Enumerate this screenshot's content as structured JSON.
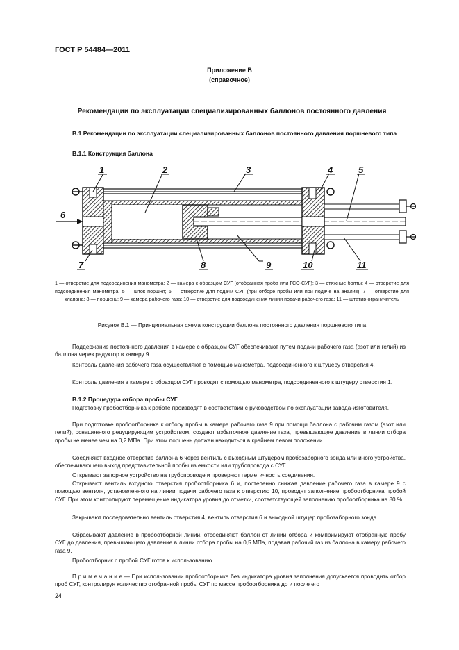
{
  "header": {
    "std_code": "ГОСТ Р 54484—2011"
  },
  "appendix": {
    "title": "Приложение В",
    "subtitle": "(справочное)"
  },
  "main_title": "Рекомендации по эксплуатации специализированных баллонов постоянного давления",
  "section_b1": "В.1 Рекомендации по эксплуатации специализированных баллонов постоянного давления поршневого типа",
  "section_b11": "В.1.1 Конструкция баллона",
  "figure": {
    "callouts": [
      "1",
      "2",
      "3",
      "4",
      "5",
      "6",
      "7",
      "8",
      "9",
      "10",
      "11"
    ]
  },
  "legend": "1 — отверстие для подсоединения манометра; 2 — камера с образцом СУГ (отобранная проба или ГСО-СУГ); 3 — стяжные болты; 4 — отверстие для подсоединения манометра; 5 — шток поршня; 6 — отверстие для подачи СУГ (при отборе пробы или при подаче на анализ); 7 — отверстие для клапана; 8 — поршень; 9 — камера рабочего газа; 10 — отверстие для подсоединения линии подачи рабочего газа; 11 — штатив-ограничитель",
  "figure_caption": "Рисунок В.1 — Принципиальная схема конструкции баллона постоянного давления поршневого типа",
  "paragraphs": {
    "p1": "Поддержание постоянного давления в камере с образцом СУГ обеспечивают путем подачи рабочего газа (азот или гелий) из баллона через редуктор в камеру 9.",
    "p2": "Контроль давления рабочего газа осуществляют с помощью манометра, подсоединенного к штуцеру отверстия 4.",
    "p3": "Контроль давления в камере с образцом СУГ проводят с помощью манометра, подсоединенного к штуцеру отверстия 1.",
    "h2": "В.1.2 Процедура отбора пробы СУГ",
    "p4": "Подготовку пробоотборника к работе производят в соответствии с руководством по эксплуатации завода-изготовителя.",
    "p5": "При подготовке пробоотборника к отбору пробы в камере рабочего газа 9 при помощи баллона с рабочим газом (азот или гелий), оснащенного редуцирующим устройством, создают избыточное давление газа, превышающее давление в линии отбора пробы не менее чем на 0,2 МПа. При этом поршень должен находиться в крайнем левом положении.",
    "p6": "Соединяют входное отверстие баллона 6 через вентиль с выходным штуцером пробозаборного зонда или иного устройства, обеспечивающего выход представительной пробы из емкости или трубопровода с СУГ.",
    "p7": "Открывают запорное устройство на трубопроводе и проверяют герметичность соединения.",
    "p8": "Открывают вентиль входного отверстия пробоотборника 6 и, постепенно снижая давление рабочего газа в камере 9 с помощью вентиля, установленного на линии подачи рабочего газа к отверстию 10, проводят заполнение пробоотборника пробой СУГ. При этом контролируют перемещение индикатора уровня до отметки, соответствующей заполнению пробоотборника на 80 %.",
    "p9": "Закрывают последовательно вентиль отверстия 4, вентиль отверстия 6 и выходной штуцер пробозаборного зонда.",
    "p10": "Сбрасывают давление в пробоотборной линии, отсоединяют баллон от линии отбора и комприми­руют отобранную пробу СУГ до давления, превышающего давление в линии отбора пробы на 0,5 МПа, подавая рабочий газ из баллона в камеру рабочего газа 9.",
    "p11": "Пробоотборник с пробой СУГ готов к использованию.",
    "p12": "П р и м е ч а н и е — При использовании пробоотборника без индикатора уровня заполнения допускается проводить отбор проб СУГ, контролируя количество отобранной пробы СУГ по массе пробоотборника до и после его"
  },
  "page_number": "24"
}
